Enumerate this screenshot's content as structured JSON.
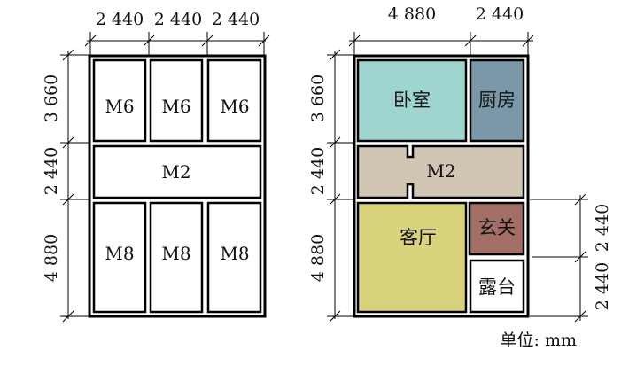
{
  "left_plan": {
    "top_dims": [
      "2 440",
      "2 440",
      "2 440"
    ],
    "side_dims": [
      "3 660",
      "2 440",
      "4 880"
    ],
    "modules": {
      "m6": [
        "M6",
        "M6",
        "M6"
      ],
      "m2": "M2",
      "m8": [
        "M8",
        "M8",
        "M8"
      ]
    }
  },
  "right_plan": {
    "top_dims": [
      "4 880",
      "2 440"
    ],
    "side_dims": [
      "3 660",
      "2 440",
      "4 880"
    ],
    "right_dims": [
      "2 440",
      "2 440"
    ],
    "rooms": {
      "bedroom": "卧室",
      "kitchen": "厨房",
      "corridor": "M2",
      "living": "客厅",
      "entrance": "玄关",
      "terrace": "露台"
    },
    "colors": {
      "bedroom": "#9ed6cf",
      "kitchen": "#7a98a8",
      "corridor": "#d1c6b4",
      "living": "#d8d37c",
      "entrance": "#a36e66",
      "terrace": "#ffffff"
    }
  },
  "unit_label": "单位: mm"
}
